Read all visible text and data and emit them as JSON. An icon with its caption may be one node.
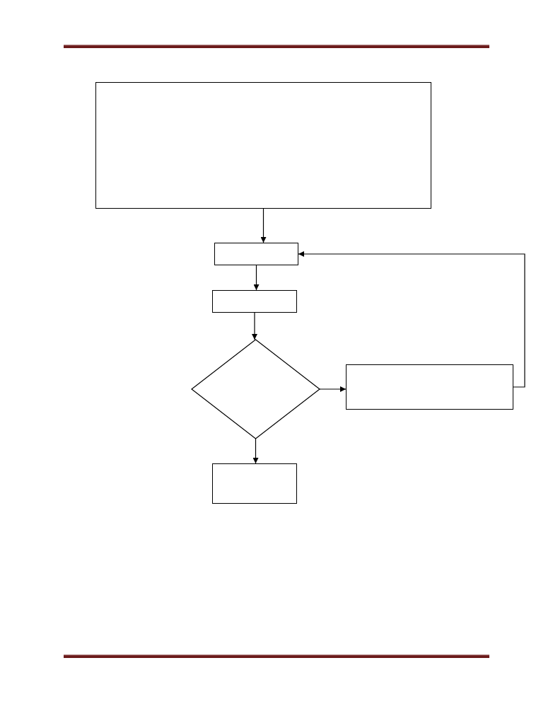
{
  "diagram": {
    "nodes": [
      {
        "text": [],
        "shape": "box"
      },
      {
        "text": [],
        "shape": "box"
      },
      {
        "text": [],
        "shape": "box"
      },
      {
        "text": [],
        "shape": "diamond"
      },
      {
        "text": [],
        "shape": "box"
      },
      {
        "text": [],
        "shape": "box"
      }
    ],
    "edges": [
      {
        "from": 0,
        "to": 1,
        "arrow": "to"
      },
      {
        "from": 1,
        "to": 2,
        "arrow": "to"
      },
      {
        "from": 2,
        "to": 3,
        "arrow": "to"
      },
      {
        "from": 3,
        "to": 4,
        "arrow": "to"
      },
      {
        "from": 3,
        "to": 5,
        "arrow": "to"
      },
      {
        "from": 4,
        "to": 1,
        "arrow": "to"
      }
    ]
  }
}
